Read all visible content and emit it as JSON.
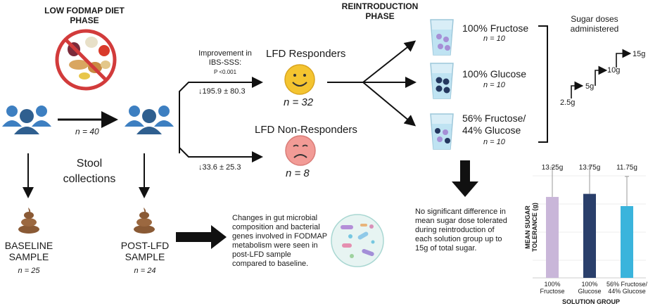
{
  "low_fodmap": {
    "title_line1": "LOW FODMAP DIET",
    "title_line2": "PHASE"
  },
  "reintroduction": {
    "title_line1": "REINTRODUCTION",
    "title_line2": "PHASE"
  },
  "groups": {
    "n_total": "n = 40",
    "stool_line1": "Stool",
    "stool_line2": "collections"
  },
  "baseline": {
    "line1": "BASELINE",
    "line2": "SAMPLE",
    "n": "n = 25"
  },
  "post_lfd": {
    "line1": "POST-LFD",
    "line2": "SAMPLE",
    "n": "n = 24"
  },
  "improvement": {
    "line1": "Improvement in",
    "line2": "IBS-SSS:",
    "pvalue": "P <0.001",
    "responder_change": "↓195.9 ± 80.3",
    "nonresponder_change": "↓33.6 ± 25.3"
  },
  "responders": {
    "label": "LFD Responders",
    "n": "n = 32"
  },
  "non_responders": {
    "label": "LFD Non-Responders",
    "n": "n = 8"
  },
  "solutions": [
    {
      "line1": "100% Fructose",
      "line2": "",
      "n": "n = 10"
    },
    {
      "line1": "100% Glucose",
      "line2": "",
      "n": "n = 10"
    },
    {
      "line1": "56%  Fructose/",
      "line2": "44% Glucose",
      "n": "n = 10"
    }
  ],
  "sugar_doses": {
    "title_line1": "Sugar doses",
    "title_line2": "administered",
    "steps": [
      "2.5g",
      "5g",
      "10g",
      "15g"
    ]
  },
  "microbial_text": [
    "Changes in gut microbial",
    "composition and bacterial",
    "genes involved in FODMAP",
    "metabolism were seen in",
    "post-LFD sample",
    "compared to baseline."
  ],
  "no_diff_text": [
    "No significant difference in",
    "mean sugar dose tolerated",
    "during reintroduction of",
    "each solution group up to",
    "15g of total sugar."
  ],
  "chart_data": {
    "type": "bar",
    "categories": [
      "100% Fructose",
      "100% Glucose",
      "56% Fructose/ 44% Glucose"
    ],
    "category_labels": [
      [
        "100%",
        "Fructose"
      ],
      [
        "100%",
        "Glucose"
      ],
      [
        "56%  Fructose/",
        "44% Glucose"
      ]
    ],
    "values": [
      13.25,
      13.75,
      11.75
    ],
    "data_labels": [
      "13.25g",
      "13.75g",
      "11.75g"
    ],
    "error_upper": [
      18.1,
      18.3,
      16.6
    ],
    "error_lower": [
      0,
      0,
      0
    ],
    "colors": [
      "#c9b6d9",
      "#2a3f6b",
      "#3ab4dc"
    ],
    "ylim": [
      0,
      19
    ],
    "ylabel_line1": "MEAN SUGAR",
    "ylabel_line2": "TOLERANCE (g)",
    "xlabel": "SOLUTION GROUP",
    "grid": true
  },
  "colors": {
    "people_blue": "#3d7fc1",
    "people_dark": "#2f5f8f",
    "smile_yellow": "#f4c430",
    "sad_pink": "#f29b96",
    "glass_water": "#bfe3f2",
    "poop_brown": "#8a5a35"
  }
}
